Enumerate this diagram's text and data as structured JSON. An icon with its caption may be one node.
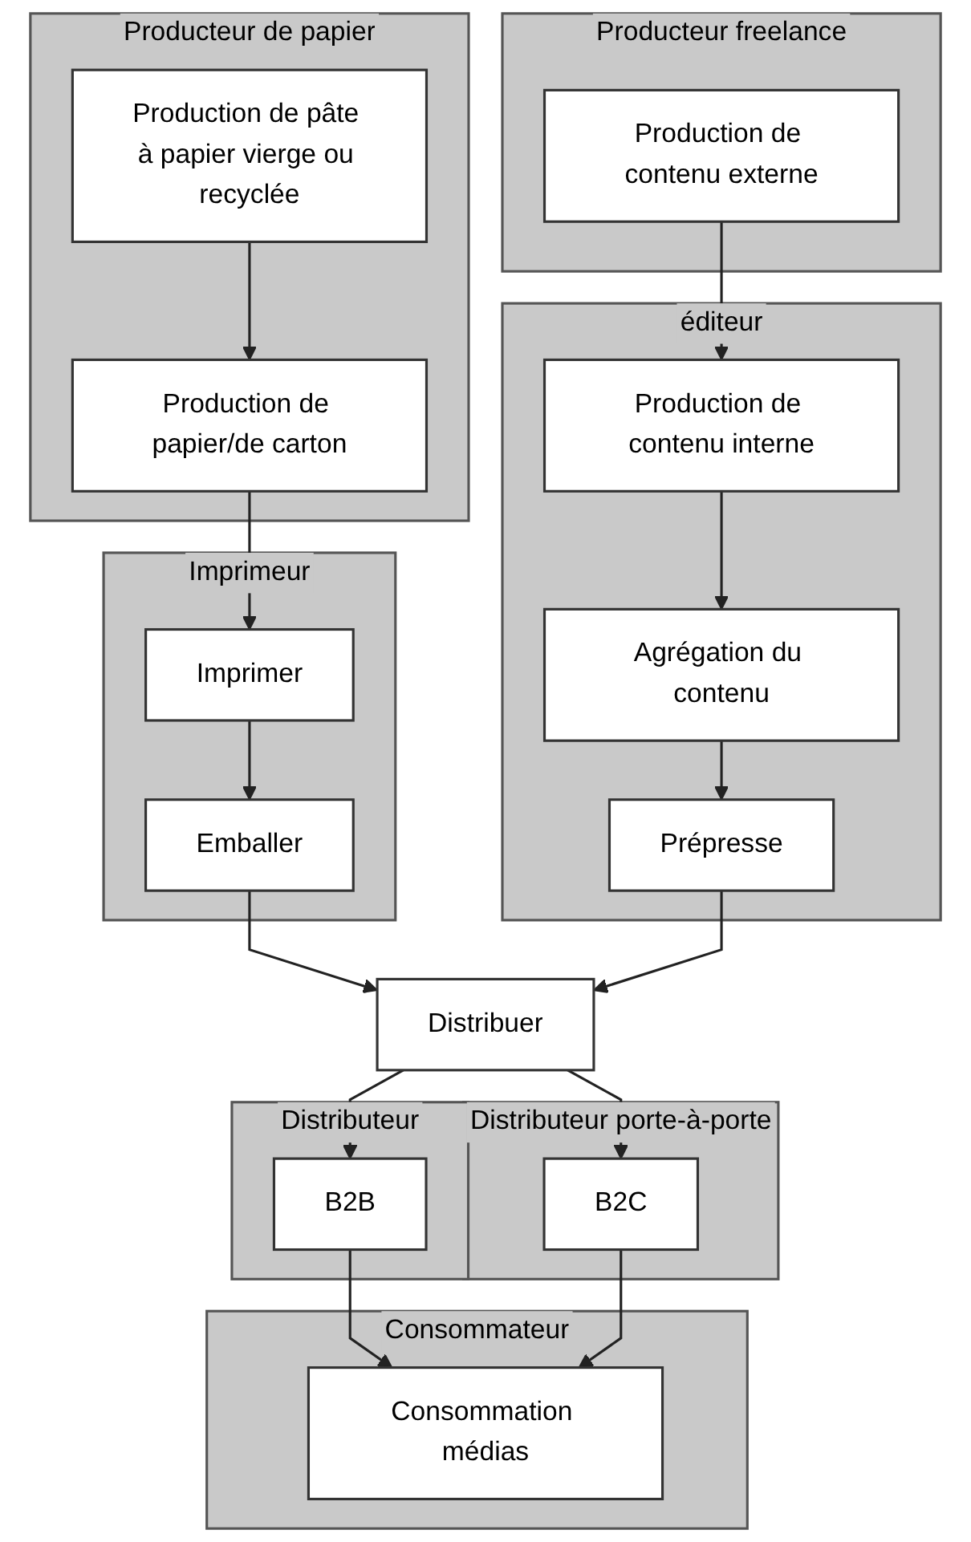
{
  "diagram": {
    "nodes": [
      {
        "text": [
          "Producteur de papier"
        ]
      },
      {
        "text": [
          "Production de pâte à papier vierge ou recyclée"
        ],
        "in": 0
      },
      {
        "text": [
          "Production de papier/de carton"
        ],
        "in": 0
      },
      {
        "text": [
          "Producteur freelance"
        ]
      },
      {
        "text": [
          "Production de contenu externe"
        ],
        "in": 3
      },
      {
        "text": [
          "Imprimeur"
        ]
      },
      {
        "text": [
          "Imprimer"
        ],
        "in": 5
      },
      {
        "text": [
          "Emballer"
        ],
        "in": 5
      },
      {
        "text": [
          "éditeur"
        ]
      },
      {
        "text": [
          "Production de contenu interne"
        ],
        "in": 8
      },
      {
        "text": [
          "Agrégation du contenu"
        ],
        "in": 8
      },
      {
        "text": [
          "Prépresse"
        ],
        "in": 8
      },
      {
        "text": [
          "Distributeur"
        ]
      },
      {
        "text": [
          "Distributeur porte-à-porte"
        ]
      },
      {
        "text": [
          "Distribuer"
        ]
      },
      {
        "text": [
          "B2B"
        ],
        "in": 12
      },
      {
        "text": [
          "B2C"
        ],
        "in": 13
      },
      {
        "text": [
          "Consommateur"
        ]
      },
      {
        "text": [
          "Consommation médias"
        ],
        "in": 17
      }
    ],
    "edges": [
      {
        "from": 1,
        "to": 2,
        "arrow": "to"
      },
      {
        "from": 2,
        "to": 6,
        "arrow": "to"
      },
      {
        "from": 6,
        "to": 7,
        "arrow": "to"
      },
      {
        "from": 4,
        "to": 9,
        "arrow": "to"
      },
      {
        "from": 9,
        "to": 10,
        "arrow": "to"
      },
      {
        "from": 10,
        "to": 11,
        "arrow": "to"
      },
      {
        "from": 7,
        "to": 14,
        "arrow": "to"
      },
      {
        "from": 11,
        "to": 14,
        "arrow": "to"
      },
      {
        "from": 14,
        "to": 15,
        "arrow": "to"
      },
      {
        "from": 14,
        "to": 16,
        "arrow": "to"
      },
      {
        "from": 15,
        "to": 18,
        "arrow": "to"
      },
      {
        "from": 16,
        "to": 18,
        "arrow": "to"
      }
    ]
  }
}
